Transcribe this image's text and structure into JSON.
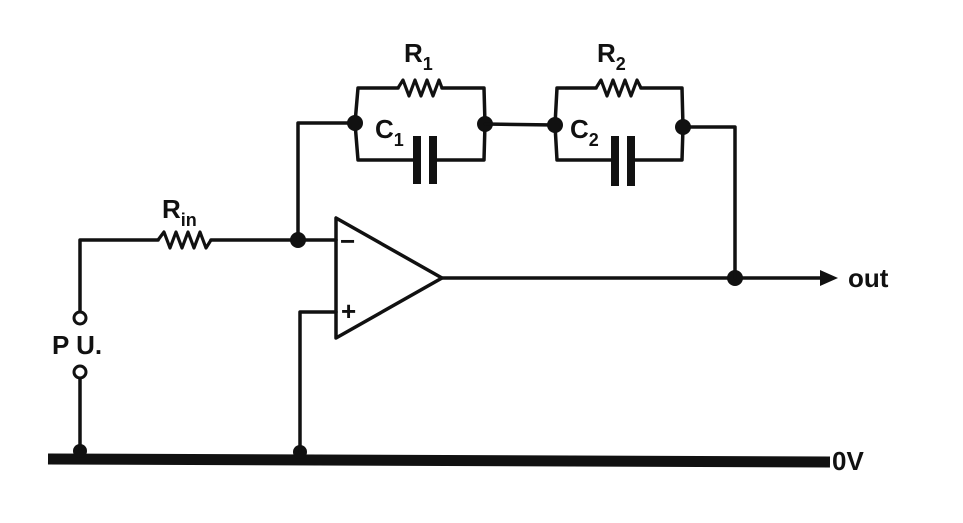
{
  "diagram": {
    "components": {
      "r_in": {
        "label": "R",
        "subscript": "in"
      },
      "r1": {
        "label": "R",
        "subscript": "1"
      },
      "r2": {
        "label": "R",
        "subscript": "2"
      },
      "c1": {
        "label": "C",
        "subscript": "1"
      },
      "c2": {
        "label": "C",
        "subscript": "2"
      }
    },
    "opamp": {
      "inverting": "−",
      "non_inverting": "+"
    },
    "terminals": {
      "input": "P U.",
      "output": "out",
      "ground": "0V"
    }
  }
}
